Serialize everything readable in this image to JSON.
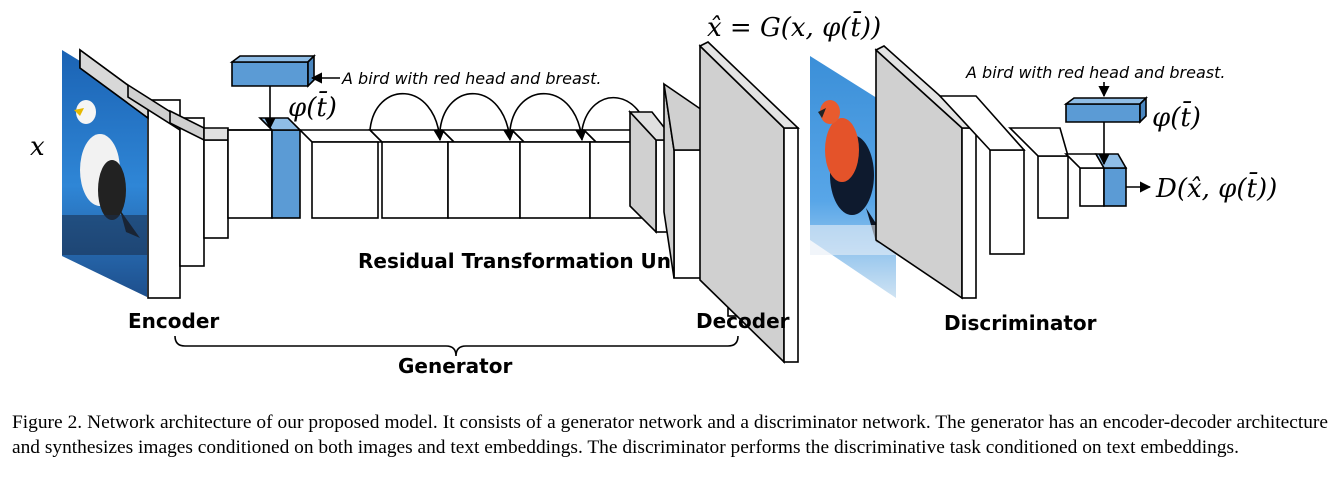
{
  "diagram": {
    "input_label": "x",
    "text_prompt_generator": "A bird with red head and breast.",
    "text_prompt_discriminator": "A bird with red head and breast.",
    "phi_label_generator": "φ(t̄)",
    "phi_label_discriminator": "φ(t̄)",
    "generator_output_label": "x̂ = G(x, φ(t̄))",
    "discriminator_output_label": "D(x̂, φ(t̄))",
    "residual_unit_label": "Residual Transformation Unit",
    "encoder_label": "Encoder",
    "decoder_label": "Decoder",
    "generator_label": "Generator",
    "discriminator_label": "Discriminator",
    "colors": {
      "embedding_block": "#5b9bd5",
      "embedding_block_top": "#8fbde6",
      "layer_side": "#d0d0d0",
      "layer_face": "#ffffff",
      "outline": "#000000"
    }
  },
  "caption": "Figure 2. Network architecture of our proposed model. It consists of a generator network and a discriminator network. The generator has an encoder-decoder architecture and synthesizes images conditioned on both images and text embeddings. The discriminator performs the discriminative task conditioned on text embeddings."
}
